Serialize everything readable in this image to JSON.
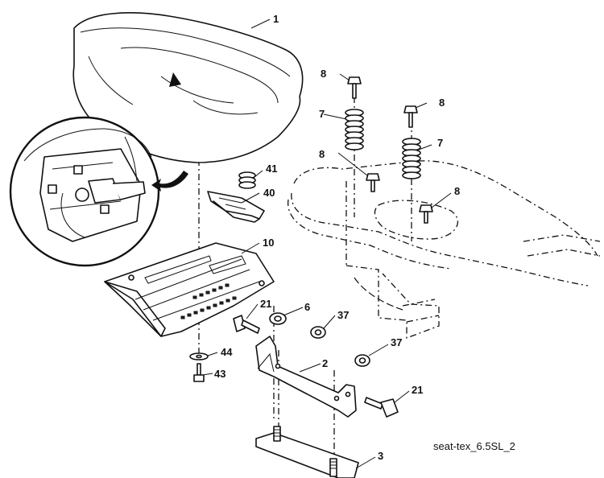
{
  "callouts": [
    {
      "id": "c1",
      "label": "1"
    },
    {
      "id": "c8a",
      "label": "8"
    },
    {
      "id": "c8b",
      "label": "8"
    },
    {
      "id": "c8c",
      "label": "8"
    },
    {
      "id": "c8d",
      "label": "8"
    },
    {
      "id": "c7a",
      "label": "7"
    },
    {
      "id": "c7b",
      "label": "7"
    },
    {
      "id": "c41",
      "label": "41"
    },
    {
      "id": "c40",
      "label": "40"
    },
    {
      "id": "c10",
      "label": "10"
    },
    {
      "id": "c21a",
      "label": "21"
    },
    {
      "id": "c6",
      "label": "6"
    },
    {
      "id": "c37a",
      "label": "37"
    },
    {
      "id": "c37b",
      "label": "37"
    },
    {
      "id": "c44",
      "label": "44"
    },
    {
      "id": "c43",
      "label": "43"
    },
    {
      "id": "c2",
      "label": "2"
    },
    {
      "id": "c21b",
      "label": "21"
    },
    {
      "id": "c3",
      "label": "3"
    }
  ],
  "caption": "seat-tex_6.5SL_2"
}
